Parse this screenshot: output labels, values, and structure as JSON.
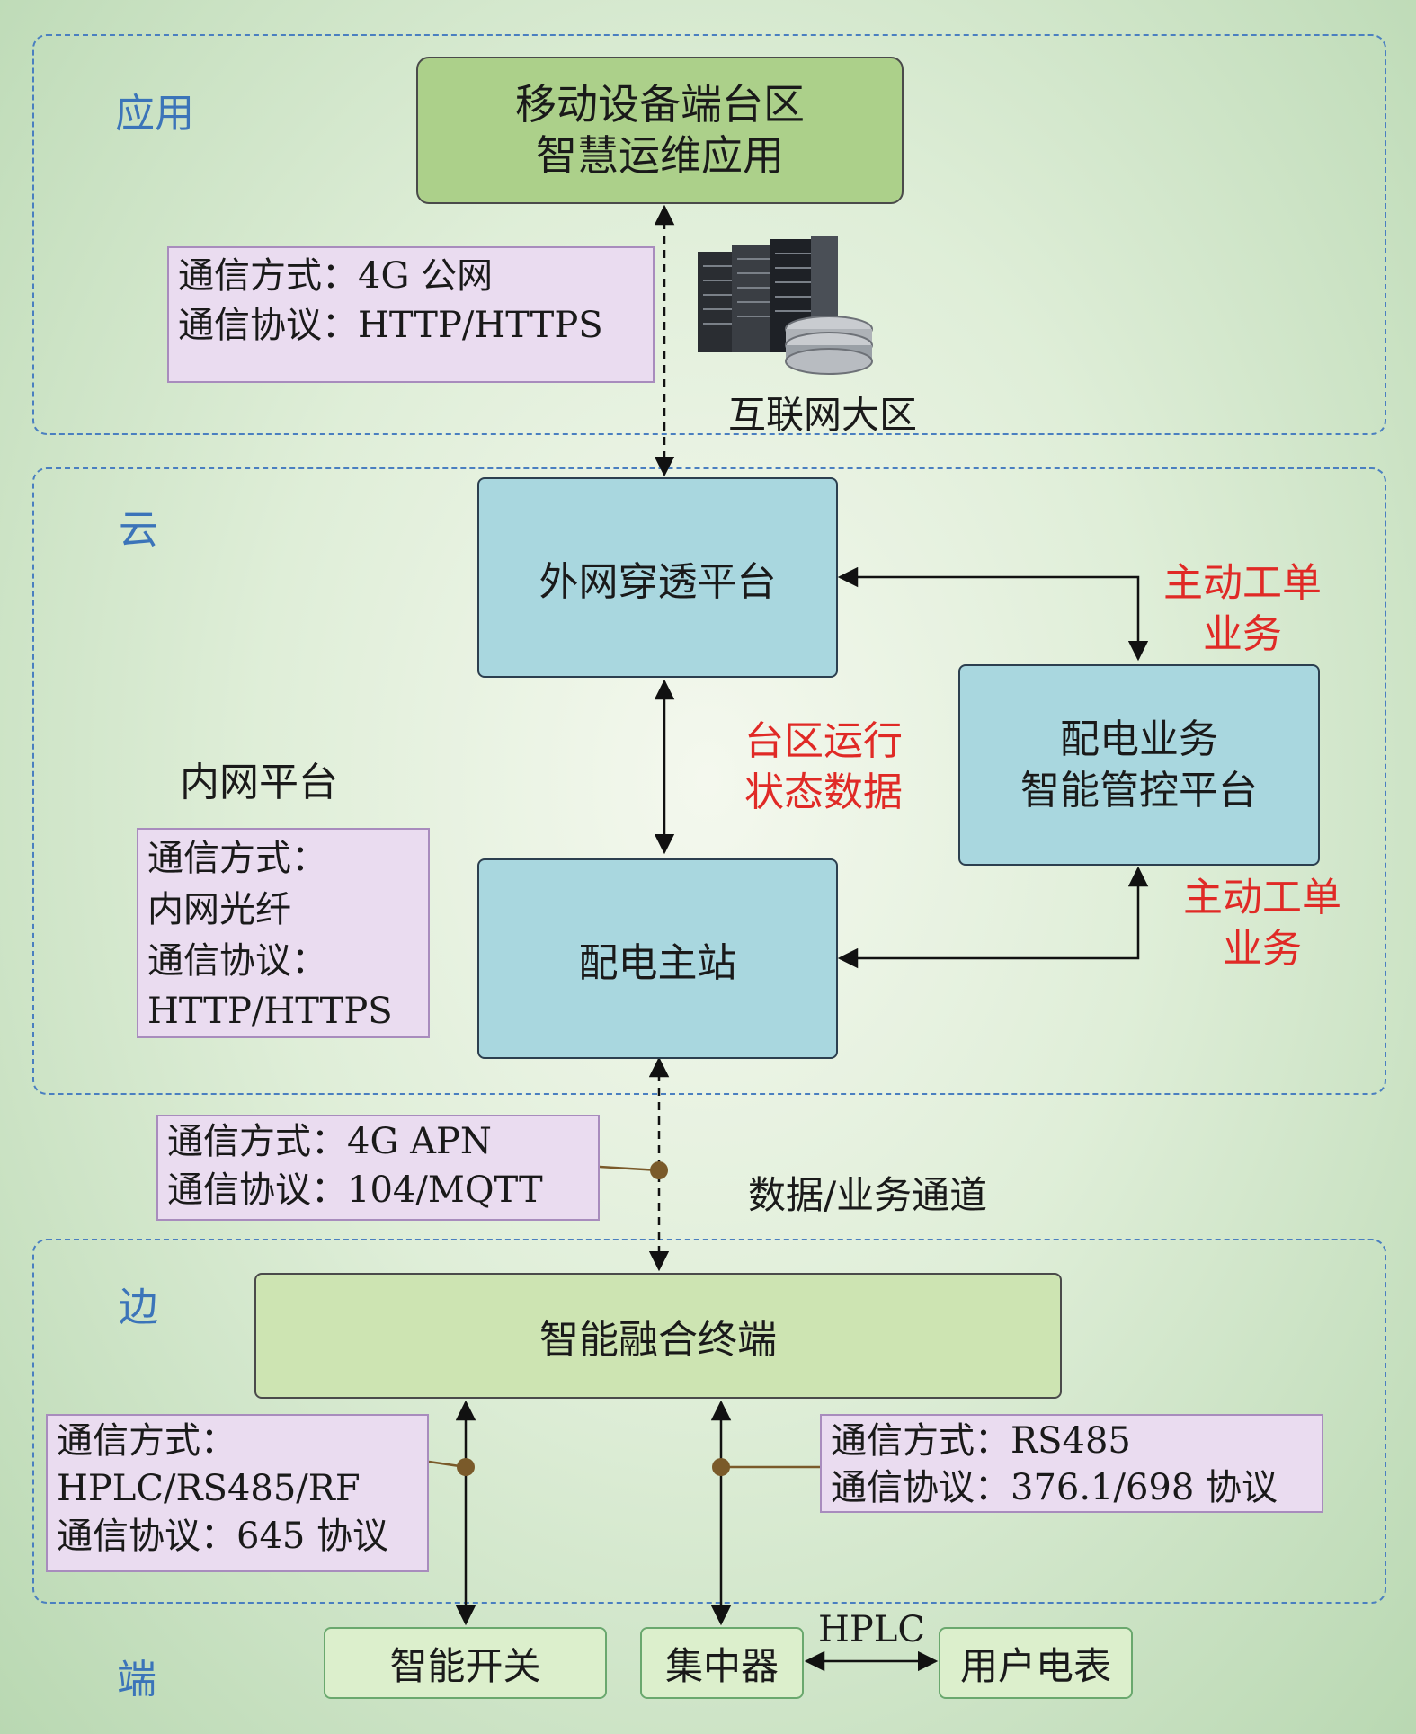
{
  "layers": {
    "app": "应用",
    "cloud": "云",
    "edge": "边",
    "end": "端"
  },
  "app": {
    "box_line1": "移动设备端台区",
    "box_line2": "智慧运维应用",
    "comm_method": "通信方式：4G 公网",
    "comm_protocol": "通信协议：HTTP/HTTPS",
    "server_label": "互联网大区"
  },
  "cloud": {
    "external_platform": "外网穿透平台",
    "distribution_master": "配电主站",
    "control_line1": "配电业务",
    "control_line2": "智能管控平台",
    "intranet_label": "内网平台",
    "intranet_method_label": "通信方式：",
    "intranet_method_value": "内网光纤",
    "intranet_protocol_label": "通信协议：",
    "intranet_protocol_value": "HTTP/HTTPS",
    "status_line1": "台区运行",
    "status_line2": "状态数据",
    "order_top_line1": "主动工单",
    "order_top_line2": "业务",
    "order_bottom_line1": "主动工单",
    "order_bottom_line2": "业务"
  },
  "channel": {
    "comm_method": "通信方式：4G APN",
    "comm_protocol": "通信协议：104/MQTT",
    "label": "数据/业务通道"
  },
  "edge": {
    "terminal": "智能融合终端",
    "left_method_label": "通信方式：",
    "left_method_value": "HPLC/RS485/RF",
    "left_protocol": "通信协议：645 协议",
    "right_method": "通信方式：RS485",
    "right_protocol": "通信协议：376.1/698 协议"
  },
  "end": {
    "smart_switch": "智能开关",
    "concentrator": "集中器",
    "hplc": "HPLC",
    "user_meter": "用户电表"
  },
  "colors": {
    "layer_border": "#4a7fc0",
    "platform_fill": "#a9d7df",
    "app_fill": "#acd08a",
    "info_fill": "#eadcf0",
    "highlight_text": "#e02a26"
  }
}
